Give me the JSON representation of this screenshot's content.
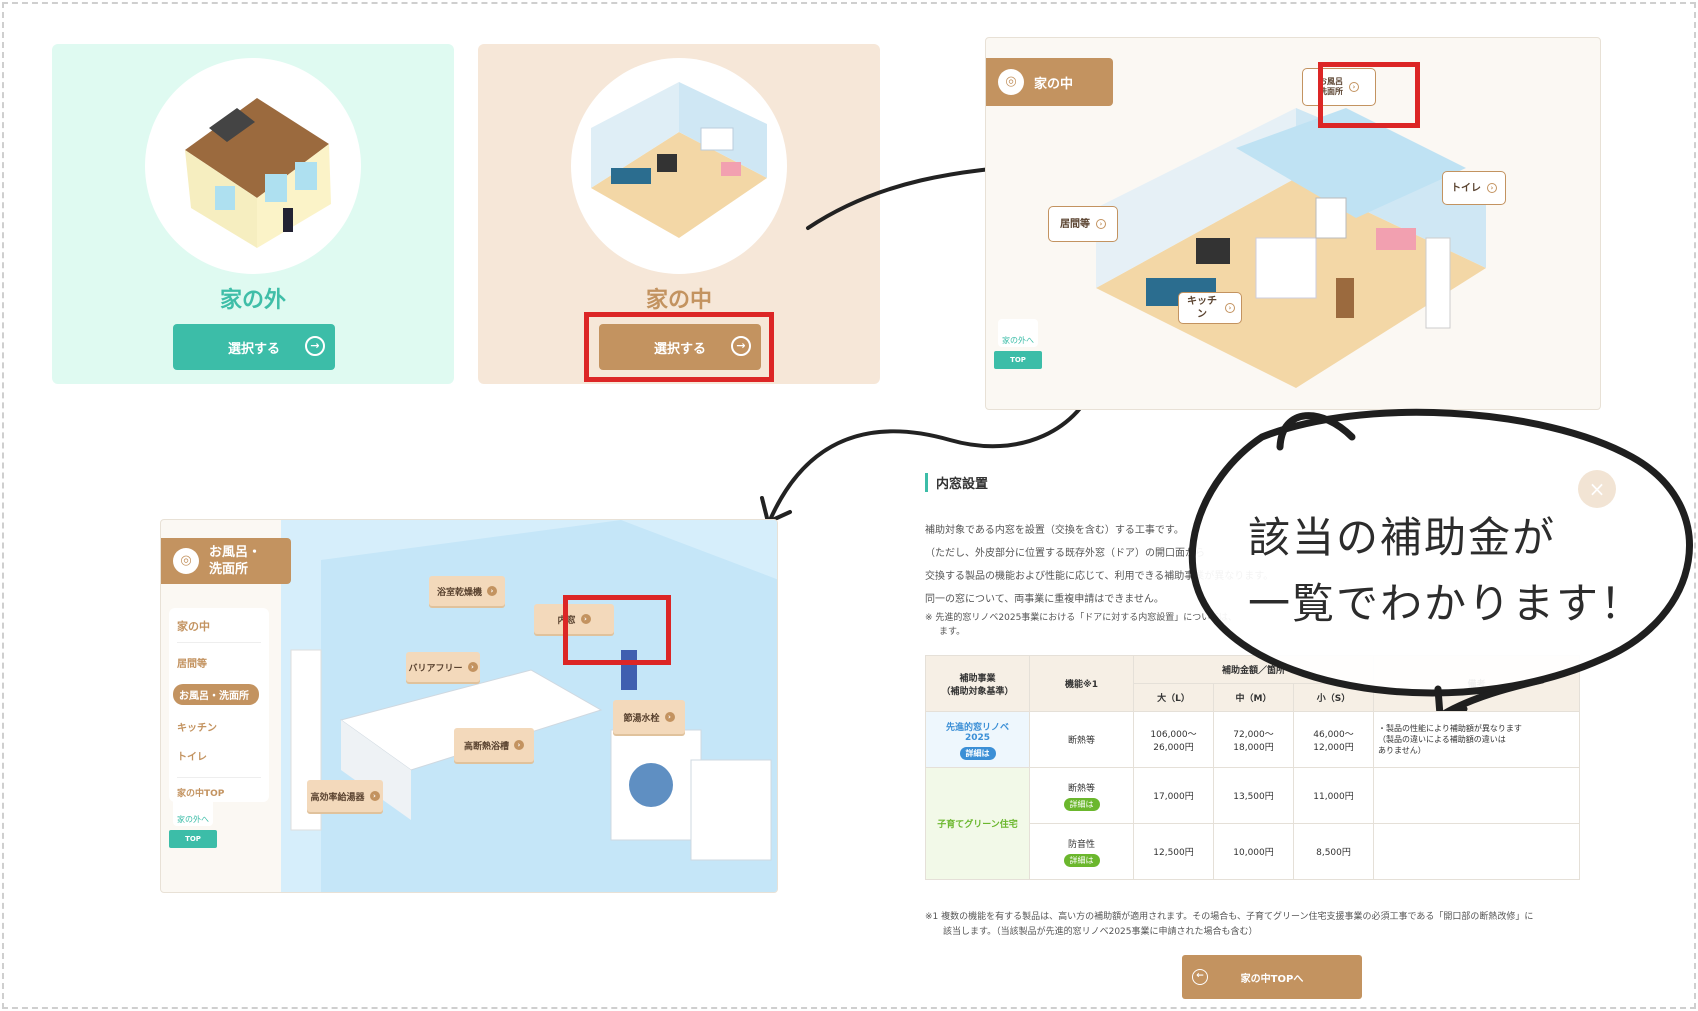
{
  "outside_card": {
    "title": "家の外",
    "button": "選択する"
  },
  "inside_card": {
    "title": "家の中",
    "button": "選択する"
  },
  "house_panel": {
    "tag": "家の中",
    "callouts": {
      "bath": "お風呂\n洗面所",
      "toilet": "トイレ",
      "living": "居間等",
      "kitchen": "キッチン"
    },
    "mini": {
      "label": "家の外へ",
      "button": "TOP"
    }
  },
  "bath_panel": {
    "tag": "お風呂・\n洗面所",
    "menu": {
      "head": "家の中",
      "items": [
        "居間等",
        "お風呂・洗面所",
        "キッチン",
        "トイレ"
      ],
      "foot": "家の中TOP"
    },
    "callouts": {
      "dryer": "浴室乾燥機",
      "window": "内窓",
      "barrier": "バリアフリー",
      "faucet": "節湯水栓",
      "bathtub": "高断熱浴槽",
      "heater": "高効率給湯器"
    },
    "mini": {
      "label": "家の外へ",
      "button": "TOP"
    }
  },
  "detail": {
    "title": "内窓設置",
    "lines": [
      "補助対象である内窓を設置（交換を含む）する工事です。",
      "（ただし、外皮部分に位置する既存外窓（ドア）の開口面から",
      "交換する製品の機能および性能に応じて、利用できる補助事業が異なります。",
      "同一の窓について、両事業に重複申請はできません。"
    ],
    "note": "※ 先進的窓リノベ2025事業における「ドアに対する内窓設置」については、",
    "note2": "ます。",
    "table": {
      "head_program": "補助事業\n（補助対象基準）",
      "head_function": "機能※1",
      "head_amount": "補助金額／箇所",
      "head_l": "大（L）",
      "head_m": "中（M）",
      "head_s": "小（S）",
      "head_note": "備考",
      "rows": [
        {
          "program": "先進的窓リノベ\n2025",
          "pill": "詳細は",
          "function": "断熱等",
          "l": "106,000〜\n26,000円",
          "m": "72,000〜\n18,000円",
          "s": "46,000〜\n12,000円",
          "note": "・製品の性能により補助額が異なります\n（製品の違いによる補助額の違いは\nありません）"
        },
        {
          "program": "子育てグリーン住宅",
          "pill": "詳細は",
          "function": "断熱等",
          "l": "17,000円",
          "m": "13,500円",
          "s": "11,000円",
          "note": ""
        },
        {
          "program": "",
          "pill": "詳細は",
          "function": "防音性",
          "l": "12,500円",
          "m": "10,000円",
          "s": "8,500円",
          "note": ""
        }
      ]
    },
    "foot1": "※1 複数の機能を有する製品は、高い方の補助額が適用されます。その場合も、子育てグリーン住宅支援事業の必須工事である「開口部の断熱改修」に",
    "foot2": "該当します。（当該製品が先進的窓リノベ2025事業に申請された場合も含む）",
    "top_button": "家の中TOPへ"
  },
  "bubble": {
    "line1": "該当の補助金が",
    "line2": "一覧でわかります！"
  },
  "colors": {
    "brown": "#c39360",
    "teal": "#3cbda8",
    "red": "#dc2626",
    "blue": "#3b8fd6",
    "green": "#6bb72d"
  }
}
